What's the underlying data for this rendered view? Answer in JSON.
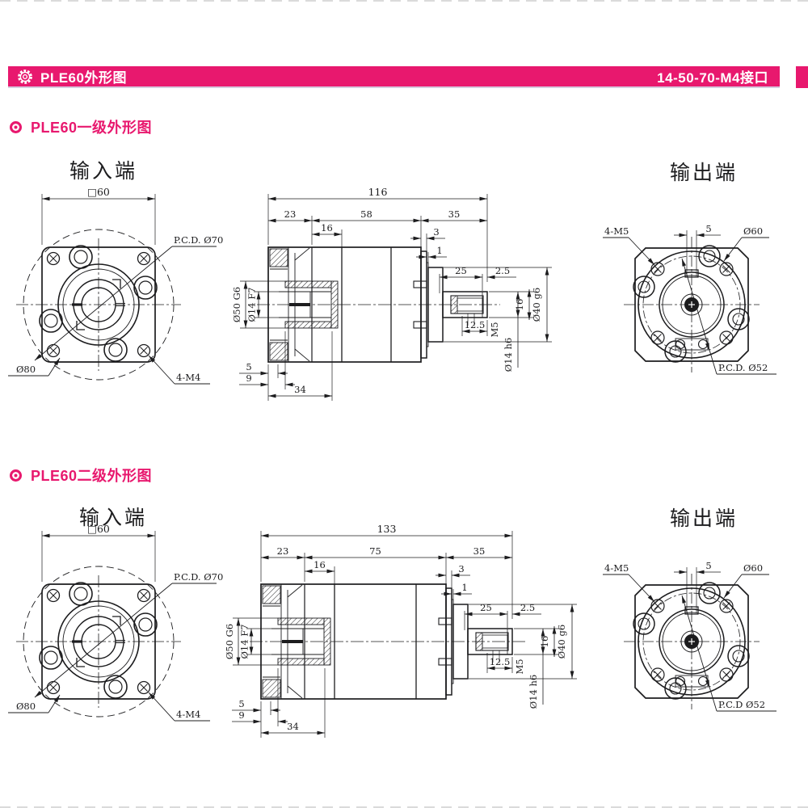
{
  "accent_color": "#E8186E",
  "header": {
    "title": "PLE60外形图",
    "interface_code": "14-50-70-M4接口"
  },
  "sections": [
    {
      "title": "PLE60一级外形图",
      "input_end_label": "输入端",
      "output_end_label": "输出端",
      "input_view": {
        "square": "□60",
        "pcd": "P.C.D. Ø70",
        "mount_circle": "Ø80",
        "screws": "4-M4"
      },
      "side_view": {
        "total": "116",
        "flange": "23",
        "body": "58",
        "output": "35",
        "pilot": "16",
        "step_a": "3",
        "step_b": "1",
        "shaft_length": "25",
        "relief": "2.5",
        "input_bore": "Ø50 G6",
        "input_shaft_bore": "Ø14 F7",
        "key_length": "12.5",
        "tapped_hole": "M5",
        "key_height": "16",
        "pilot_dia": "Ø40 g6",
        "shaft_dia": "Ø14 h6",
        "dim_5": "5",
        "dim_9": "9",
        "dim_34": "34"
      },
      "output_view": {
        "screws": "4-M5",
        "key_width": "5",
        "flange_dia": "Ø60",
        "pcd": "P.C.D. Ø52"
      }
    },
    {
      "title": "PLE60二级外形图",
      "input_end_label": "输入端",
      "output_end_label": "输出端",
      "input_view": {
        "square": "□60",
        "pcd": "P.C.D. Ø70",
        "mount_circle": "Ø80",
        "screws": "4-M4"
      },
      "side_view": {
        "total": "133",
        "flange": "23",
        "body": "75",
        "output": "35",
        "pilot": "16",
        "step_a": "3",
        "step_b": "1",
        "shaft_length": "25",
        "relief": "2.5",
        "input_bore": "Ø50 G6",
        "input_shaft_bore": "Ø14 F7",
        "key_length": "12.5",
        "tapped_hole": "M5",
        "key_height": "16",
        "pilot_dia": "Ø40 g6",
        "shaft_dia": "Ø14 h6",
        "dim_5": "5",
        "dim_9": "9",
        "dim_34": "34"
      },
      "output_view": {
        "screws": "4-M5",
        "key_width": "5",
        "flange_dia": "Ø60",
        "pcd": "P.C.D Ø52"
      }
    }
  ]
}
